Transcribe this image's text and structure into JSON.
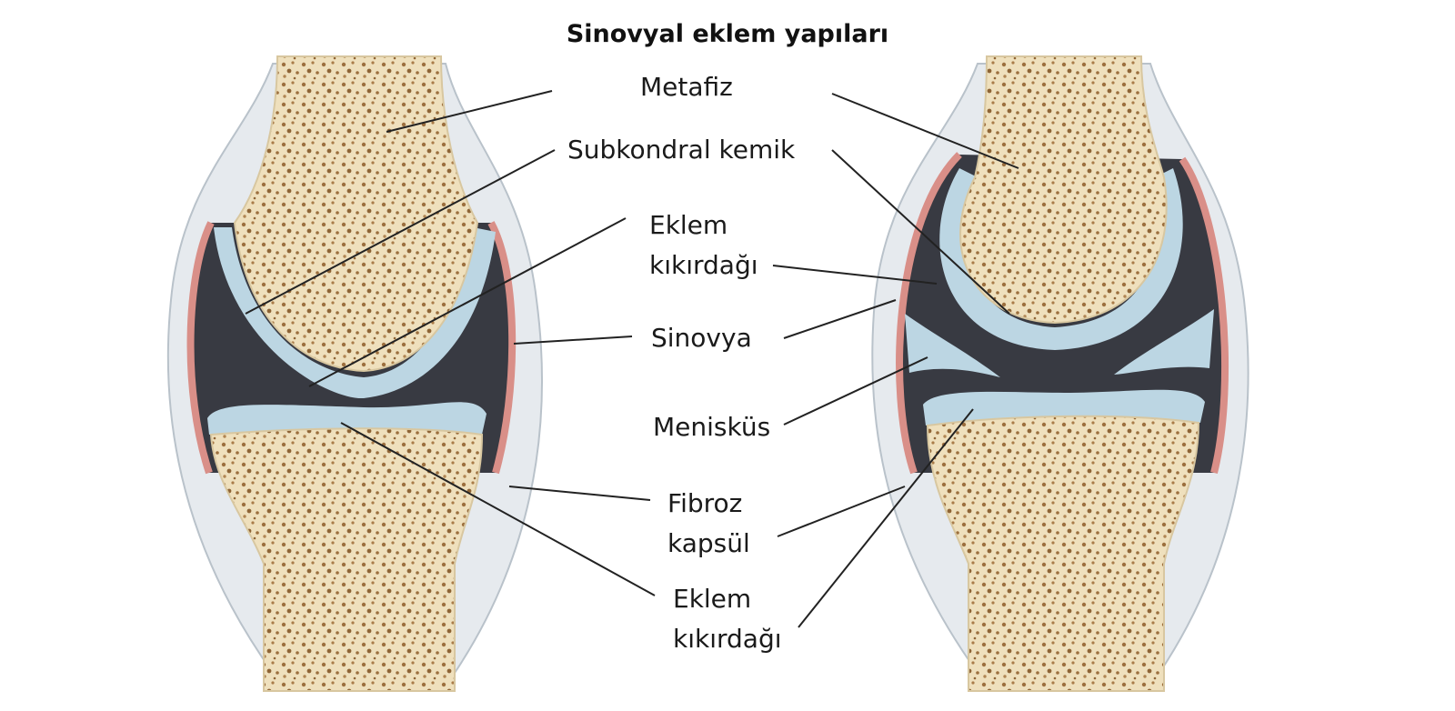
{
  "title": "Sinovyal eklem yapıları",
  "labels": {
    "metafiz": "Metafiz",
    "subkondral": "Subkondral kemik",
    "eklem_kikirdagi_upper": [
      "Eklem",
      "kıkırdağı"
    ],
    "sinovya": "Sinovya",
    "meniskus": "Menisküs",
    "fibroz_kapsul": [
      "Fibroz",
      "kapsül"
    ],
    "eklem_kikirdagi_lower": [
      "Eklem",
      "kıkırdağı"
    ]
  },
  "colors": {
    "bone": "#efe0bd",
    "trabecula": "#9c6f3e",
    "cartilage": "#bcd6e3",
    "joint_space": "#383a42",
    "synovium": "#d98f88",
    "capsule": "#e4e8ec"
  }
}
